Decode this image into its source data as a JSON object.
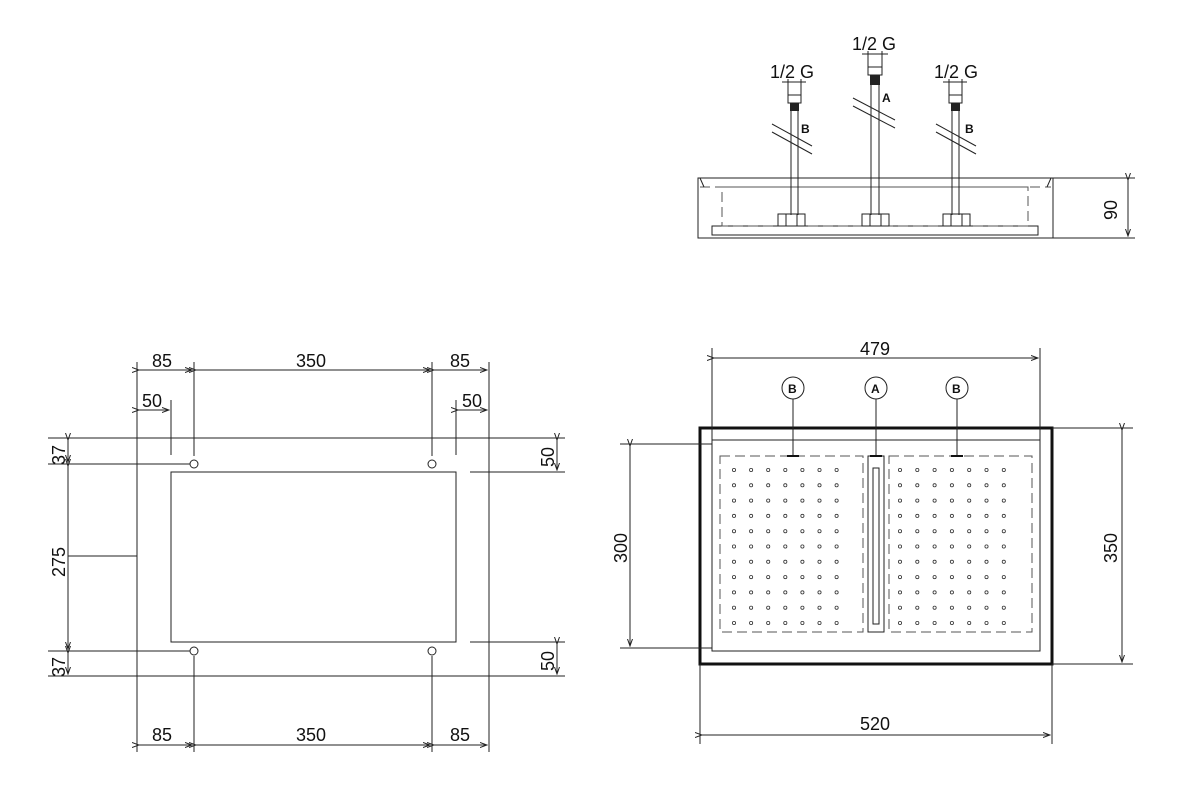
{
  "front_view": {
    "thread_left": "1/2 G",
    "thread_center": "1/2 G",
    "thread_right": "1/2 G",
    "pipe_left_label": "B",
    "pipe_center_label": "A",
    "pipe_right_label": "B",
    "height": "90"
  },
  "mounting_plan": {
    "top_left_85": "85",
    "top_350": "350",
    "top_right_85": "85",
    "left_50": "50",
    "right_50": "50",
    "left_37_top": "37",
    "left_275": "275",
    "left_37_bottom": "37",
    "right_50_top": "50",
    "right_50_bottom": "50",
    "bottom_left_85": "85",
    "bottom_350": "350",
    "bottom_right_85": "85"
  },
  "top_view": {
    "width_inner": "479",
    "width_outer": "520",
    "height_inner": "300",
    "height_outer": "350",
    "inlet_left": "B",
    "inlet_center": "A",
    "inlet_right": "B"
  }
}
